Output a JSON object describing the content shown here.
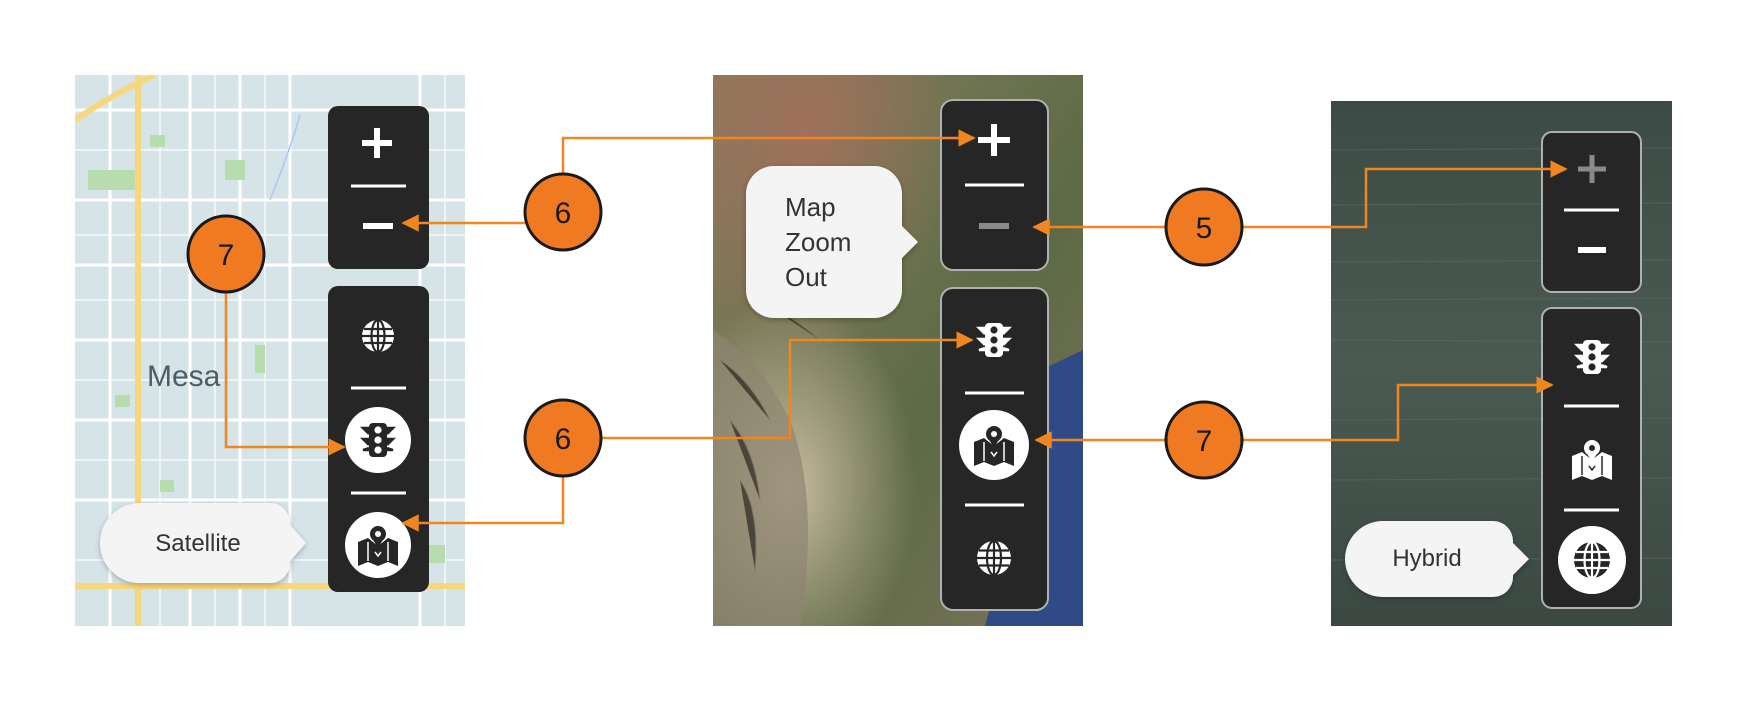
{
  "panels": [
    {
      "id": "roadmap",
      "place_label": "Mesa",
      "tooltip": "Satellite",
      "toolbar": [
        "globe-icon",
        "traffic-light-icon",
        "map-icon"
      ],
      "highlighted": "traffic-light-icon"
    },
    {
      "id": "satellite",
      "tooltip_lines": [
        "Map",
        "Zoom",
        "Out"
      ],
      "zoom_out_disabled": true,
      "toolbar": [
        "traffic-light-icon",
        "map-icon",
        "globe-icon"
      ],
      "highlighted": "map-icon"
    },
    {
      "id": "hybrid",
      "tooltip": "Hybrid",
      "zoom_in_disabled": true,
      "toolbar": [
        "traffic-light-icon",
        "map-icon",
        "globe-icon"
      ],
      "highlighted": "globe-icon"
    }
  ],
  "callouts": [
    {
      "id": "callout-left-7",
      "number": "7"
    },
    {
      "id": "callout-mid-top-6",
      "number": "6"
    },
    {
      "id": "callout-mid-bottom-6",
      "number": "6"
    },
    {
      "id": "callout-right-5",
      "number": "5"
    },
    {
      "id": "callout-right-7",
      "number": "7"
    }
  ],
  "colors": {
    "callout_fill": "#f07a22",
    "arrow": "#f0861e",
    "control_bg": "#262626",
    "control_border": "#b0b0b0",
    "disabled": "#8a8a8a",
    "map_bg": "#d6e4e8",
    "road_yellow": "#f6d77b"
  }
}
